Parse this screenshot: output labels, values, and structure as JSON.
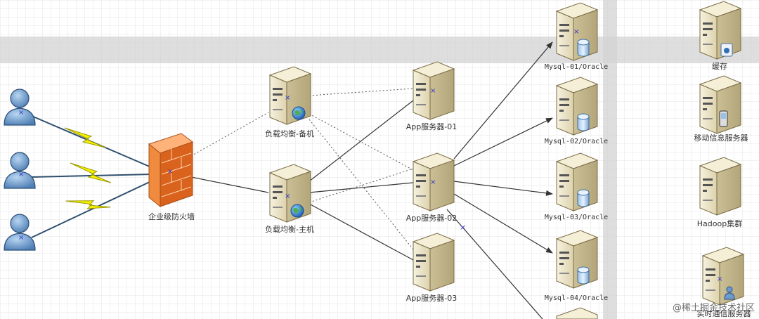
{
  "nodes": {
    "firewall": "企业级防火墙",
    "lb_backup": "负载均衡-备机",
    "lb_main": "负载均衡-主机",
    "app01": "App服务器-01",
    "app02": "App服务器-02",
    "app03": "App服务器-03",
    "mysql01": "Mysql-01/Oracle",
    "mysql02": "Mysql-02/Oracle",
    "mysql03": "Mysql-03/Oracle",
    "mysql04": "Mysql-04/Oracle",
    "cache": "缓存",
    "mobile_msg": "移动信息服务器",
    "hadoop": "Hadoop集群",
    "realtime": "实时通信服务器"
  },
  "watermark": "@稀土掘金技术社区",
  "colors": {
    "grid": "#d9d9d9",
    "band": "#d6d6d6",
    "firewall": "#f07a2a",
    "lightning": "#f4f000",
    "server": "#eee7cc",
    "user": "#5f93c8"
  }
}
